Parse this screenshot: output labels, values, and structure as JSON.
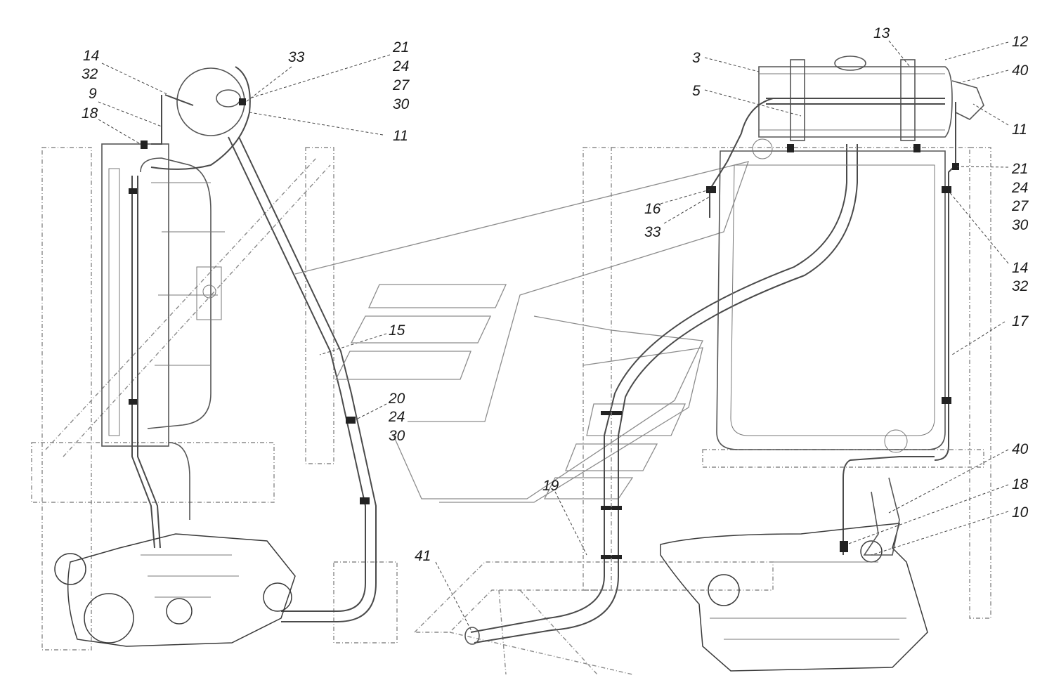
{
  "callouts_left": [
    "14",
    "32",
    "9",
    "18",
    "33",
    "21",
    "24",
    "27",
    "30",
    "11",
    "15",
    "20",
    "24",
    "30"
  ],
  "callouts_right": [
    "3",
    "5",
    "13",
    "12",
    "40",
    "11",
    "21",
    "24",
    "27",
    "30",
    "16",
    "33",
    "14",
    "32",
    "17",
    "40",
    "18",
    "10"
  ],
  "callouts_center": [
    "19",
    "41"
  ],
  "colors": {
    "line": "#4a4a4a",
    "frame": "#8a8a8a",
    "clamp": "#222222",
    "text": "#1a1a1a"
  }
}
